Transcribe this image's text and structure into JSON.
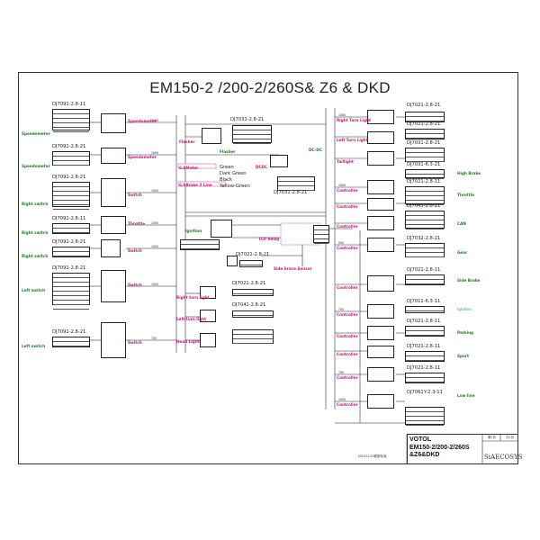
{
  "title": "EM150-2 /200-2/260S& Z6 & DKD",
  "left_functions": [
    "Speedometer",
    "Speedometer",
    "Right switch",
    "Right switch",
    "Right switch",
    "Left switch",
    "Left switch"
  ],
  "left_parts": [
    "DJ7091-2.8-11",
    "DJ7091-2.8-21",
    "DJ7091-2.8-21",
    "DJ7091-2.8-11",
    "DJ7091-2.8-21",
    "DJ7091-2.8-21",
    "DJ7091-2.8-21"
  ],
  "mid_labels": [
    "Speedometer",
    "Speedometer",
    "Switch",
    "Throttle",
    "Switch",
    "Switch",
    "Switch"
  ],
  "center_labels": {
    "flasher_part": "DJ7031-2.8-21",
    "flasher": "Flasher",
    "flasher2": "Flasher",
    "ignition": "Ignition",
    "dcdc_part": "DJ7031-2.8-21",
    "dcdc": "DCDC",
    "dcdc2": "DC-DC",
    "dj7021_a": "DJ7021-2.8-21",
    "dj7021_b": "DJ7021-2.8-21",
    "dj7041": "DJ7041-2.8-21",
    "right_turn": "Right turn light",
    "left_turn": "Left turn light",
    "head_light": "Head Light",
    "side_sensor": "Side brace Sensor",
    "tcp_relay": "TCP Relay",
    "green": "Green",
    "dark_green": "Dark Green",
    "black": "Black",
    "yellow": "Yellow-Green",
    "meter": "6.8Meter",
    "brake": "6.9Brake 2 Line"
  },
  "right_functions": [
    "High Brake",
    "Throttle",
    "CAN",
    "Gear",
    "Side Brake",
    "Ignition",
    "Parking",
    "Sport",
    "Low line"
  ],
  "right_parts": [
    "DJ7021-2.8-21",
    "DJ7021-2.8-21",
    "DJ7031-2.8-21",
    "DJ7031-6.3-21",
    "DJ7021-2.8-11",
    "DJ7041-2.8-21",
    "DJ7032-2.8-21",
    "DJ7021-2.8-11",
    "DJ7011-6.3-11",
    "DJ7021-2.8-11",
    "DJ7021-2.8-11",
    "DJ7021-2.8-11",
    "DJ7061Y-2.3-11"
  ],
  "right_mid": [
    "Right Turn Light",
    "Left Turn Light",
    "Taillight",
    "Controller",
    "Controller",
    "Controller",
    "Controller",
    "Controller",
    "Controller",
    "Controller",
    "Controller",
    "Controller",
    "Controller"
  ],
  "wire_codes": [
    "1000",
    "1000",
    "1000",
    "1000",
    "1000",
    "1000",
    "700",
    "1000",
    "1000",
    "500",
    "700",
    "700",
    "1050"
  ],
  "title_block": {
    "brand_line": "VOTOL",
    "model_line": "EM150-2/200-2/260S &Z6&DKD",
    "logo": "SiAECOSYS",
    "sheet_a": "第1页",
    "sheet_b": "共1页",
    "date": "2023.12.19更新标准"
  },
  "colors": {
    "green": "#1f7a2a",
    "magenta": "#c2187a",
    "line": "#222222"
  }
}
